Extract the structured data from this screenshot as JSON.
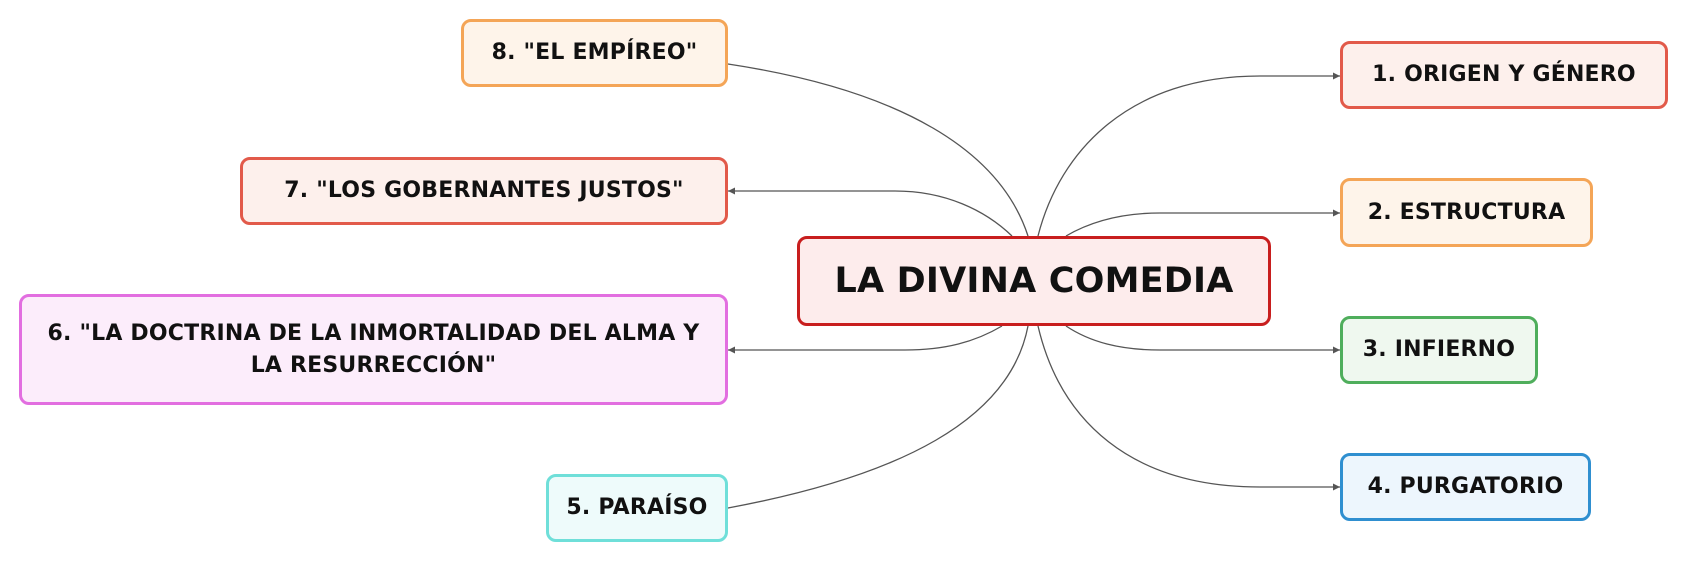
{
  "mindmap": {
    "central": "LA DIVINA COMEDIA",
    "branches": [
      {
        "label": "1. ORIGEN Y GÉNERO"
      },
      {
        "label": "2. ESTRUCTURA"
      },
      {
        "label": "3. INFIERNO"
      },
      {
        "label": "4. PURGATORIO"
      },
      {
        "label": "5. PARAÍSO"
      },
      {
        "label": "6. \"LA DOCTRINA DE LA INMORTALIDAD DEL ALMA Y LA RESURRECCIÓN\""
      },
      {
        "label": "7. \"LOS GOBERNANTES JUSTOS\""
      },
      {
        "label": "8. \"EL EMPÍREO\""
      }
    ]
  },
  "colors": {
    "central_border": "#c81e1e",
    "connector": "#555555"
  }
}
